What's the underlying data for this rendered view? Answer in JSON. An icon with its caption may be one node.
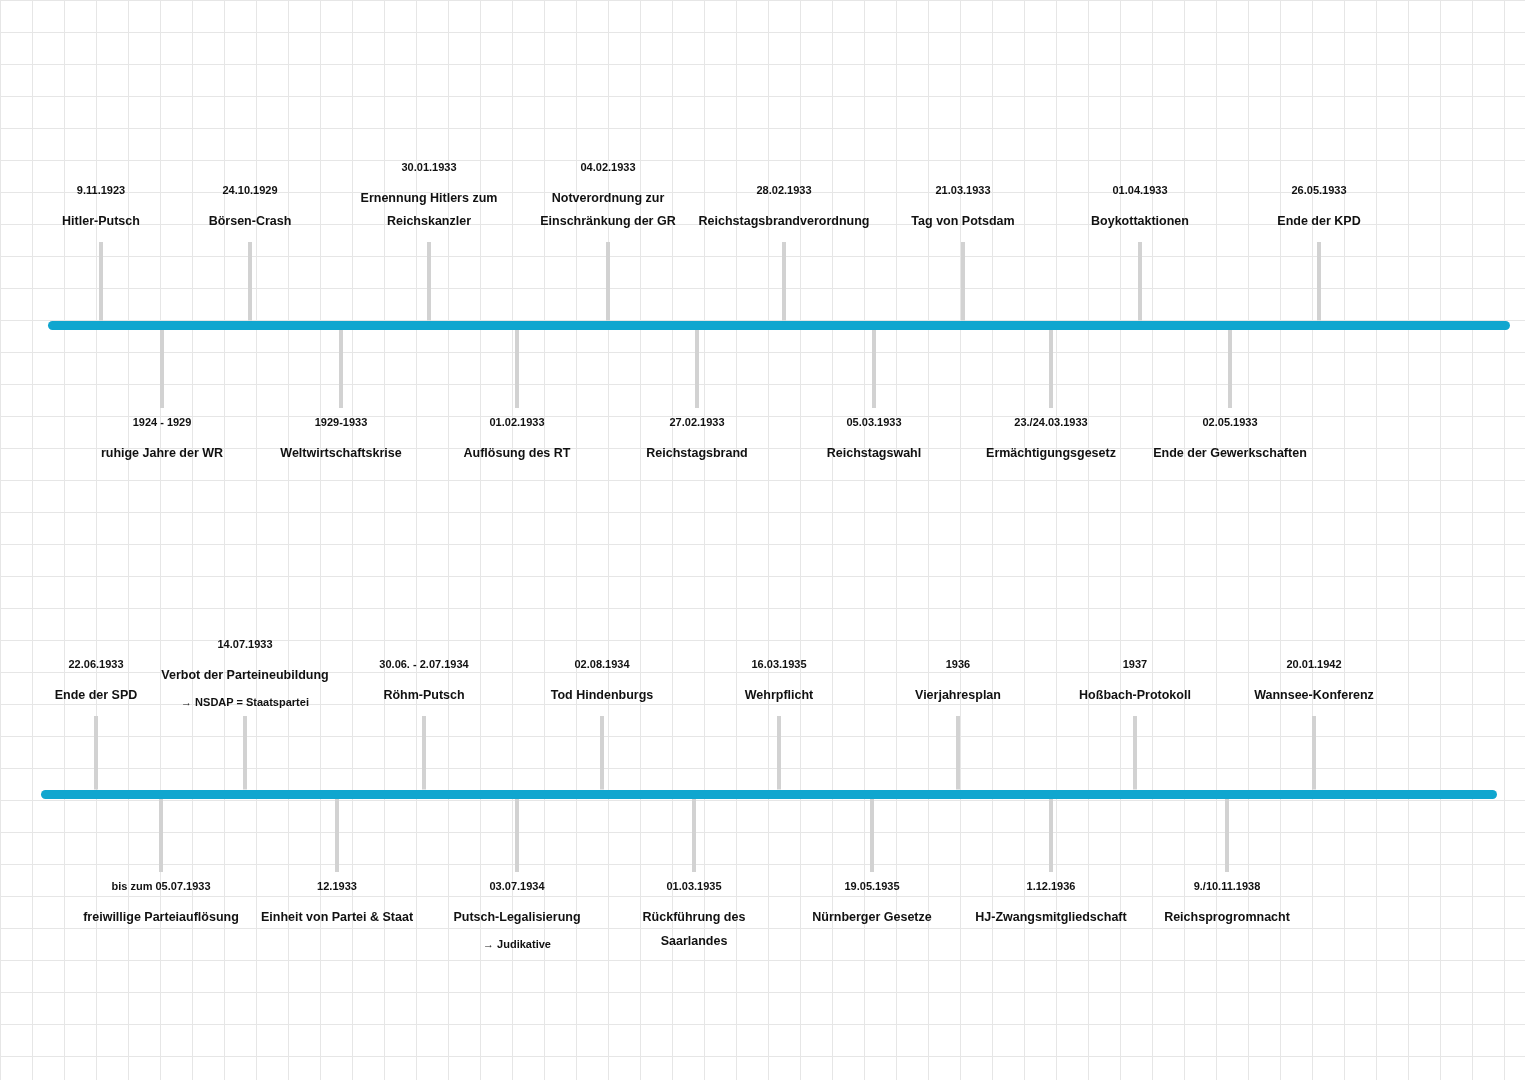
{
  "diagram": {
    "nodes": [
      {
        "text": [],
        "shape": "bar"
      },
      {
        "text": [
          "9.11.1923",
          "Hitler-Putsch"
        ]
      },
      {
        "text": [
          "1924 - 1929",
          "ruhige Jahre der WR"
        ]
      },
      {
        "text": [
          "24.10.1929",
          "Börsen-Crash"
        ]
      },
      {
        "text": [
          "1929-1933",
          "Weltwirtschaftskrise"
        ]
      },
      {
        "text": [
          "30.01.1933",
          "Ernennung Hitlers zum Reichskanzler"
        ]
      },
      {
        "text": [
          "01.02.1933",
          "Auflösung des RT"
        ]
      },
      {
        "text": [
          "04.02.1933",
          "Notverordnung zur Einschränkung der GR"
        ]
      },
      {
        "text": [
          "27.02.1933",
          "Reichstagsbrand"
        ]
      },
      {
        "text": [
          "28.02.1933",
          "Reichstagsbrandverordnung"
        ]
      },
      {
        "text": [
          "05.03.1933",
          "Reichstagswahl"
        ]
      },
      {
        "text": [
          "21.03.1933",
          "Tag von Potsdam"
        ]
      },
      {
        "text": [
          "23./24.03.1933",
          "Ermächtigungsgesetz"
        ]
      },
      {
        "text": [
          "01.04.1933",
          "Boykottaktionen"
        ]
      },
      {
        "text": [
          "02.05.1933",
          "Ende der Gewerkschaften"
        ]
      },
      {
        "text": [
          "26.05.1933",
          "Ende der KPD"
        ]
      },
      {
        "text": [],
        "shape": "bar"
      },
      {
        "text": [
          "22.06.1933",
          "Ende der SPD"
        ]
      },
      {
        "text": [
          "bis zum 05.07.1933",
          "freiwillige Parteiauflösung"
        ]
      },
      {
        "text": [
          "14.07.1933",
          "Verbot der Parteineubildung",
          "→ NSDAP = Staatspartei"
        ]
      },
      {
        "text": [
          "12.1933",
          "Einheit von Partei & Staat"
        ]
      },
      {
        "text": [
          "30.06. - 2.07.1934",
          "Röhm-Putsch"
        ]
      },
      {
        "text": [
          "03.07.1934",
          "Putsch-Legalisierung",
          "→ Judikative"
        ]
      },
      {
        "text": [
          "02.08.1934",
          "Tod Hindenburgs"
        ]
      },
      {
        "text": [
          "01.03.1935",
          "Rückführung des Saarlandes"
        ]
      },
      {
        "text": [
          "16.03.1935",
          "Wehrpflicht"
        ]
      },
      {
        "text": [
          "19.05.1935",
          "Nürnberger Gesetze"
        ]
      },
      {
        "text": [
          "1936",
          "Vierjahresplan"
        ]
      },
      {
        "text": [
          "1.12.1936",
          "HJ-Zwangsmitgliedschaft"
        ]
      },
      {
        "text": [
          "1937",
          "Hoßbach-Protokoll"
        ]
      },
      {
        "text": [
          "9./10.11.1938",
          "Reichsprogromnacht"
        ]
      },
      {
        "text": [
          "20.01.1942",
          "Wannsee-Konferenz"
        ]
      }
    ],
    "edges": [
      {
        "from": 1,
        "to": 0,
        "arrow": "none"
      },
      {
        "from": 2,
        "to": 0,
        "arrow": "none"
      },
      {
        "from": 3,
        "to": 0,
        "arrow": "none"
      },
      {
        "from": 4,
        "to": 0,
        "arrow": "none"
      },
      {
        "from": 5,
        "to": 0,
        "arrow": "none"
      },
      {
        "from": 6,
        "to": 0,
        "arrow": "none"
      },
      {
        "from": 7,
        "to": 0,
        "arrow": "none"
      },
      {
        "from": 8,
        "to": 0,
        "arrow": "none"
      },
      {
        "from": 9,
        "to": 0,
        "arrow": "none"
      },
      {
        "from": 10,
        "to": 0,
        "arrow": "none"
      },
      {
        "from": 11,
        "to": 0,
        "arrow": "none"
      },
      {
        "from": 12,
        "to": 0,
        "arrow": "none"
      },
      {
        "from": 13,
        "to": 0,
        "arrow": "none"
      },
      {
        "from": 14,
        "to": 0,
        "arrow": "none"
      },
      {
        "from": 15,
        "to": 0,
        "arrow": "none"
      },
      {
        "from": 17,
        "to": 16,
        "arrow": "none"
      },
      {
        "from": 18,
        "to": 16,
        "arrow": "none"
      },
      {
        "from": 19,
        "to": 16,
        "arrow": "none"
      },
      {
        "from": 20,
        "to": 16,
        "arrow": "none"
      },
      {
        "from": 21,
        "to": 16,
        "arrow": "none"
      },
      {
        "from": 22,
        "to": 16,
        "arrow": "none"
      },
      {
        "from": 23,
        "to": 16,
        "arrow": "none"
      },
      {
        "from": 24,
        "to": 16,
        "arrow": "none"
      },
      {
        "from": 25,
        "to": 16,
        "arrow": "none"
      },
      {
        "from": 26,
        "to": 16,
        "arrow": "none"
      },
      {
        "from": 27,
        "to": 16,
        "arrow": "none"
      },
      {
        "from": 28,
        "to": 16,
        "arrow": "none"
      },
      {
        "from": 29,
        "to": 16,
        "arrow": "none"
      },
      {
        "from": 30,
        "to": 16,
        "arrow": "none"
      },
      {
        "from": 31,
        "to": 16,
        "arrow": "none"
      }
    ]
  }
}
